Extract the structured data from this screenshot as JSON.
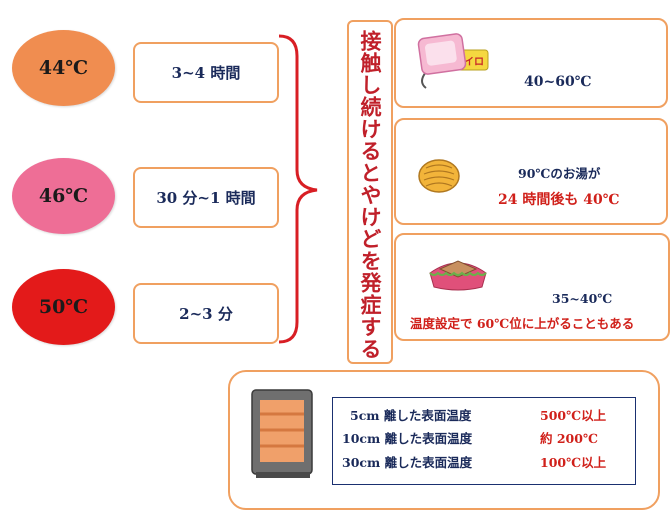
{
  "temperatures": [
    {
      "label": "44℃",
      "color": "#f08d50",
      "duration": "3~4 時間"
    },
    {
      "label": "46℃",
      "color": "#ee6e96",
      "duration": "30 分~1 時間"
    },
    {
      "label": "50℃",
      "color": "#e31a1a",
      "duration": "2~3 分"
    }
  ],
  "vertical_caption": "接触し続けるとやけどを発症する",
  "examples": {
    "kairo": {
      "icon": "kairo-icon",
      "text": "40~60℃"
    },
    "yutanpo": {
      "icon": "hot-water-bottle-icon",
      "line1": "90℃のお湯が",
      "line2": "24 時間後も 40℃"
    },
    "kotatsu": {
      "icon": "kotatsu-icon",
      "line1": "35~40℃",
      "line2": "温度設定で 60℃位に上がることもある"
    }
  },
  "heater": {
    "icon": "electric-heater-icon",
    "rows": [
      {
        "distance": "5cm 離した表面温度",
        "value": "500℃以上"
      },
      {
        "distance": "10cm 離した表面温度",
        "value": "約 200℃"
      },
      {
        "distance": "30cm 離した表面温度",
        "value": "100℃以上"
      }
    ]
  }
}
